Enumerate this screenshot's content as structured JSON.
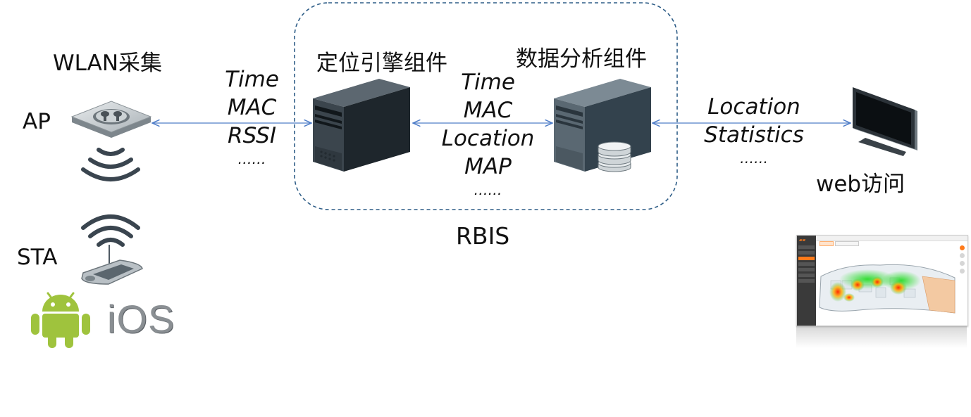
{
  "title": "RBIS",
  "sections": {
    "wlan_title": "WLAN采集",
    "ap_label": "AP",
    "sta_label": "STA",
    "os_labels": {
      "ios": "iOS"
    },
    "engine_title": "定位引擎组件",
    "analysis_title": "数据分析组件",
    "web_label": "web访问"
  },
  "links": {
    "ap_to_engine": [
      "Time",
      "MAC",
      "RSSI",
      "……"
    ],
    "engine_to_analysis": [
      "Time",
      "MAC",
      "Location",
      "MAP",
      "……"
    ],
    "analysis_to_web": [
      "Location",
      "Statistics",
      "……"
    ]
  },
  "icons": [
    "access-point-icon",
    "wifi-signal-icon",
    "mobile-device-icon",
    "android-icon",
    "server-icon",
    "database-icon",
    "monitor-icon",
    "heatmap-screenshot"
  ],
  "colors": {
    "connector": "#4f7dc8",
    "group_border": "#2e5d87",
    "android": "#9fc33d",
    "accent": "#ff7a1a"
  }
}
